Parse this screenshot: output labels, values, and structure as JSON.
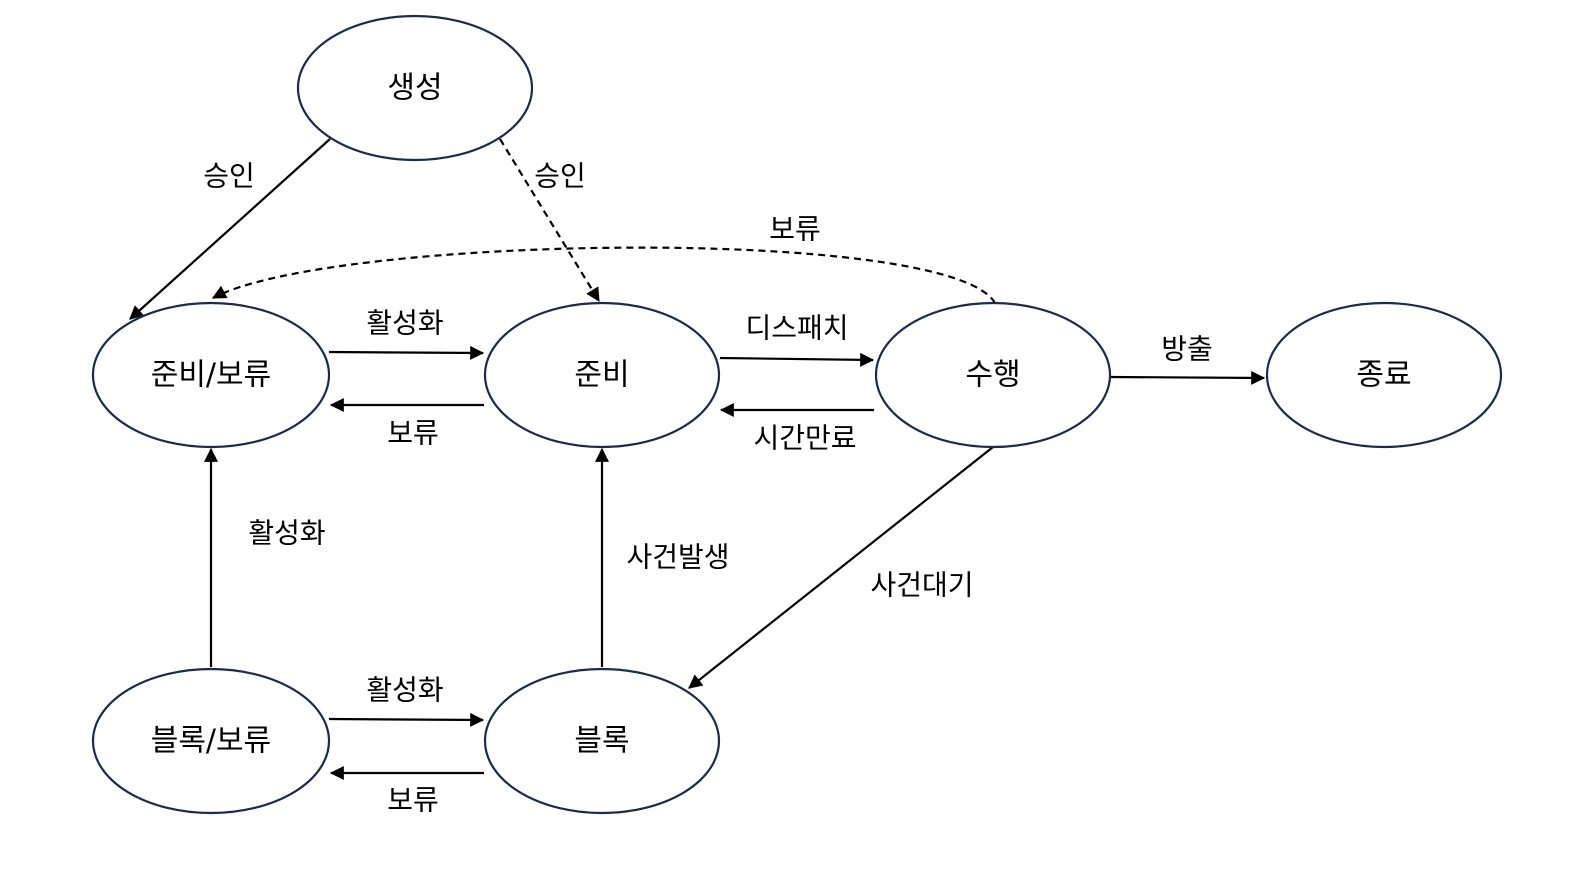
{
  "states": {
    "create": "생성",
    "ready_suspend": "준비/보류",
    "ready": "준비",
    "running": "수행",
    "exit": "종료",
    "blocked_suspend": "블록/보류",
    "blocked": "블록"
  },
  "transitions": {
    "admit_to_ready_suspend": "승인",
    "admit_to_ready": "승인",
    "suspend_running_to_ready_suspend": "보류",
    "activate_ready_suspend_to_ready": "활성화",
    "suspend_ready_to_ready_suspend": "보류",
    "dispatch": "디스패치",
    "timeout": "시간만료",
    "release": "방출",
    "activate_blocked_suspend_to_ready_suspend": "활성화",
    "event_occurs": "사건발생",
    "event_wait": "사건대기",
    "activate_blocked_suspend_to_blocked": "활성화",
    "suspend_blocked_to_blocked_suspend": "보류"
  },
  "colors": {
    "node_stroke": "#1e2a4a",
    "edge": "#000000",
    "background": "#ffffff"
  }
}
